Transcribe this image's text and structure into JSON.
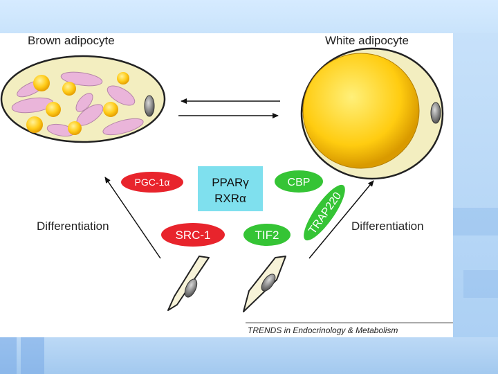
{
  "figure": {
    "labels": {
      "brown_adipocyte": "Brown adipocyte",
      "white_adipocyte": "White adipocyte",
      "differentiation_left": "Differentiation",
      "differentiation_right": "Differentiation"
    },
    "factors": {
      "pgc1a": "PGC-1α",
      "ppar": "PPARγ",
      "rxr": "RXRα",
      "cbp": "CBP",
      "src1": "SRC-1",
      "tif2": "TIF2",
      "trap220": "TRAP220"
    },
    "credit": "TRENDS in Endocrinology & Metabolism"
  },
  "colors": {
    "slide_background": "#cfe6fb",
    "red_factor": "#e8242c",
    "green_factor": "#35c435",
    "cyan_box": "#7fe0ee",
    "cell_fill": "#f3eec0",
    "lipid_droplet": "#ffcc1a",
    "mitochondria": "#eab5da"
  }
}
